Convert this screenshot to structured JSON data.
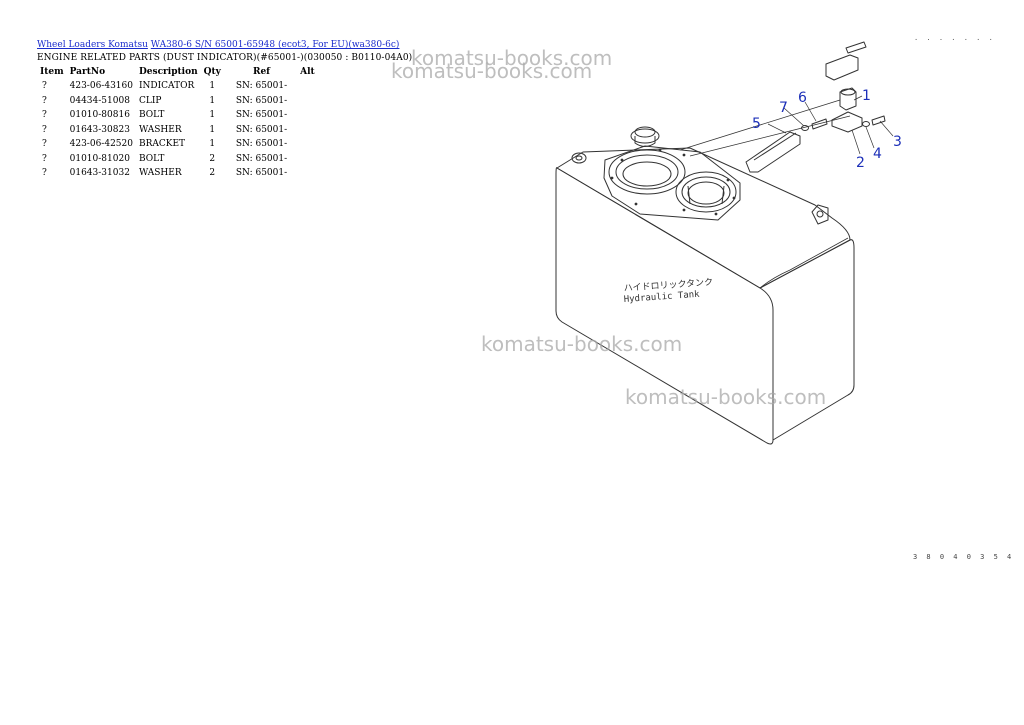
{
  "breadcrumb": {
    "link1": "Wheel Loaders Komatsu",
    "link2": "WA380-6 S/N 65001-65948 (ecot3, For EU)(wa380-6c)"
  },
  "page_title": "ENGINE RELATED PARTS (DUST INDICATOR)(#65001-)(030050 : B0110-04A0)",
  "table": {
    "headers": [
      "Item",
      "PartNo",
      "Description",
      "Qty",
      "Ref",
      "Alt"
    ],
    "rows": [
      {
        "item": "?",
        "partno": "423-06-43160",
        "description": "INDICATOR",
        "qty": "1",
        "ref": "SN: 65001-",
        "alt": ""
      },
      {
        "item": "?",
        "partno": "04434-51008",
        "description": "CLIP",
        "qty": "1",
        "ref": "SN: 65001-",
        "alt": ""
      },
      {
        "item": "?",
        "partno": "01010-80816",
        "description": "BOLT",
        "qty": "1",
        "ref": "SN: 65001-",
        "alt": ""
      },
      {
        "item": "?",
        "partno": "01643-30823",
        "description": "WASHER",
        "qty": "1",
        "ref": "SN: 65001-",
        "alt": ""
      },
      {
        "item": "?",
        "partno": "423-06-42520",
        "description": "BRACKET",
        "qty": "1",
        "ref": "SN: 65001-",
        "alt": ""
      },
      {
        "item": "?",
        "partno": "01010-81020",
        "description": "BOLT",
        "qty": "2",
        "ref": "SN: 65001-",
        "alt": ""
      },
      {
        "item": "?",
        "partno": "01643-31032",
        "description": "WASHER",
        "qty": "2",
        "ref": "SN: 65001-",
        "alt": ""
      }
    ]
  },
  "diagram": {
    "tank_label_jp": "ハイドロリックタンク",
    "tank_label_en": "Hydraulic Tank",
    "callouts": [
      "1",
      "2",
      "3",
      "4",
      "5",
      "6",
      "7"
    ],
    "callout_color": "#1c2fb8"
  },
  "watermark": "komatsu-books.com",
  "figure_code": "3 8 0 4 0 3 5 4",
  "top_marks": ". . . . . . ."
}
